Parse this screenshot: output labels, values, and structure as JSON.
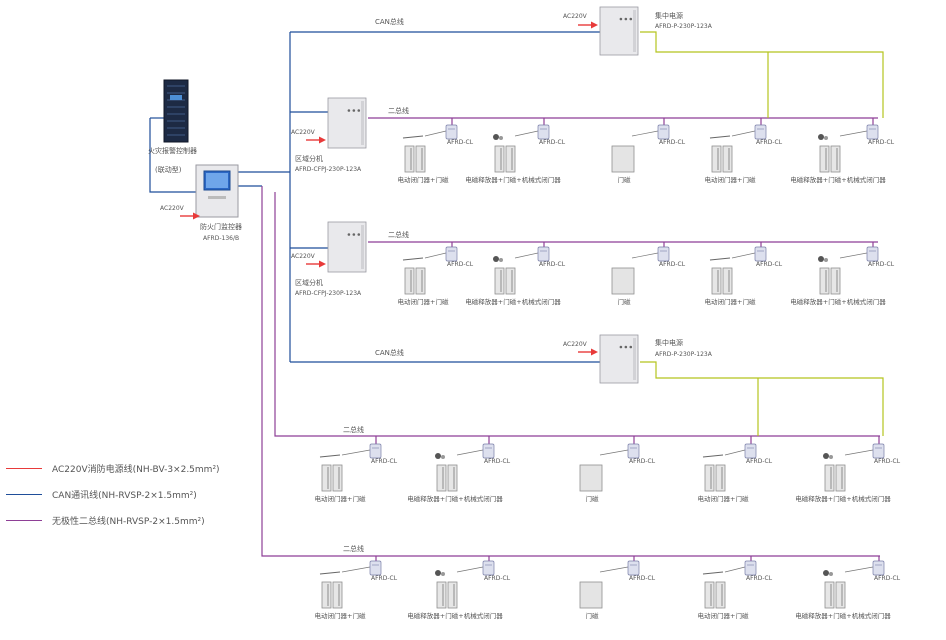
{
  "colors": {
    "power": "#e83a3a",
    "can": "#1f4e9a",
    "bus": "#8e3f96",
    "feedback": "#b5c41e",
    "cabinet": "#e9e9ec",
    "server": "#1d2a44"
  },
  "top_unit": {
    "server_label_1": "火灾报警控制器",
    "server_label_2": "(联动型)",
    "controller_name": "防火门监控器",
    "controller_model": "AFRD-136/B",
    "power_label": "AC220V"
  },
  "buses": {
    "can_label": "CAN总线",
    "two_wire_label": "二总线"
  },
  "devices": {
    "panel_name": "区域分机",
    "panel_model": "AFRD-CFPJ-230P-123A",
    "mid_power_name": "集中电源",
    "mid_power_model": "AFRD-P-230P-123A",
    "module_label": "AFRD-CL",
    "door_normally_closed": "电动闭门器+门磁",
    "door_normally_open": "电磁释放器+门磁+机械式闭门器",
    "door_simple": "门磁",
    "power_tag": "AC220V"
  },
  "legend": {
    "items": [
      {
        "label": "AC220V消防电源线(NH-BV-3×2.5mm²)",
        "color": "#e83a3a"
      },
      {
        "label": "CAN通讯线(NH-RVSP-2×1.5mm²)",
        "color": "#1f4e9a"
      },
      {
        "label": "无极性二总线(NH-RVSP-2×1.5mm²)",
        "color": "#8e3f96"
      }
    ]
  }
}
